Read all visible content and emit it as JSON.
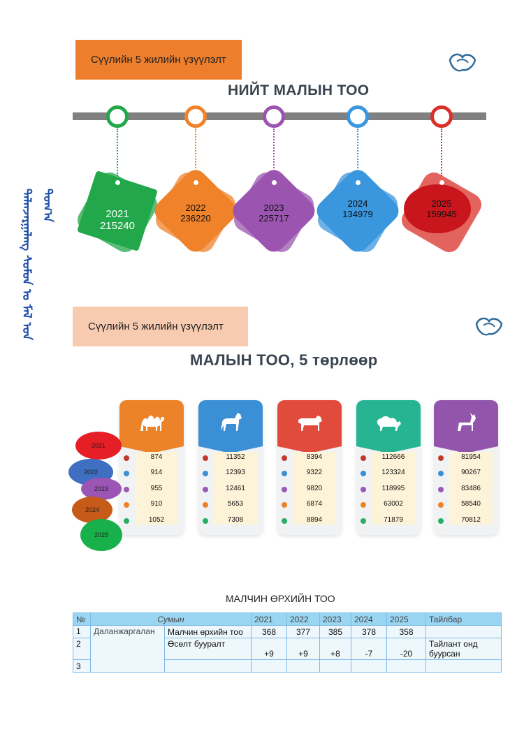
{
  "section1": {
    "label": "Сүүлийн 5 жилийн үзүүлэлт",
    "title": "НИЙТ МАЛЫН ТОО",
    "years": [
      {
        "year": "2021",
        "value": "215240",
        "color": "#22a74a"
      },
      {
        "year": "2022",
        "value": "236220",
        "color": "#f0822a"
      },
      {
        "year": "2023",
        "value": "225717",
        "color": "#9b55b0"
      },
      {
        "year": "2024",
        "value": "134979",
        "color": "#3a96dd"
      },
      {
        "year": "2025",
        "value": "159945",
        "color": "#d9302a"
      }
    ]
  },
  "side_text": "ᠳᠠᠯᠠᠨᠵᠠᠷᠭᠠᠯᠠᠩ ᠰᠤᠮᠤᠨ ᠤ ᠮᠠᠯ ᠤᠨ ᠲᠣᠭ᠎ᠠ",
  "section2": {
    "label": "Сүүлийн 5 жилийн үзүүлэлт",
    "title": "МАЛЫН ТОО, 5 төрлөөр",
    "legend_years": [
      "2021",
      "2022",
      "2023",
      "2024",
      "2025"
    ],
    "animals": [
      {
        "icon": "camel-icon",
        "color": "#ec8329",
        "values": [
          "874",
          "914",
          "955",
          "910",
          "1052"
        ]
      },
      {
        "icon": "horse-icon",
        "color": "#3a8fd5",
        "values": [
          "11352",
          "12393",
          "12461",
          "5653",
          "7308"
        ]
      },
      {
        "icon": "cow-icon",
        "color": "#e14b3b",
        "values": [
          "8394",
          "9322",
          "9820",
          "6874",
          "8894"
        ]
      },
      {
        "icon": "sheep-icon",
        "color": "#27b493",
        "values": [
          "112666",
          "123324",
          "118995",
          "63002",
          "71879"
        ]
      },
      {
        "icon": "goat-icon",
        "color": "#9255ab",
        "values": [
          "81954",
          "90267",
          "83486",
          "58540",
          "70812"
        ]
      }
    ],
    "dot_colors": [
      "#c0392b",
      "#3a8fd5",
      "#9b59b6",
      "#ec8329",
      "#27ae60"
    ]
  },
  "table": {
    "title": "МАЛЧИН ӨРХИЙН ТОО",
    "headers": [
      "№",
      "Сумын",
      "2021",
      "2022",
      "2023",
      "2024",
      "2025",
      "Тайлбар"
    ],
    "sum_name": "Даланжаргалан",
    "rows": [
      {
        "no": "1",
        "name": "Малчин өрхийн тоо",
        "values": [
          "368",
          "377",
          "385",
          "378",
          "358"
        ],
        "note": ""
      },
      {
        "no": "2",
        "name": "Өсөлт бууралт",
        "values": [
          "+9",
          "+9",
          "+8",
          "-7",
          "-20"
        ],
        "note": "Тайлант онд буурсан"
      },
      {
        "no": "3",
        "name": "",
        "values": [
          "",
          "",
          "",
          "",
          ""
        ],
        "note": ""
      }
    ]
  }
}
